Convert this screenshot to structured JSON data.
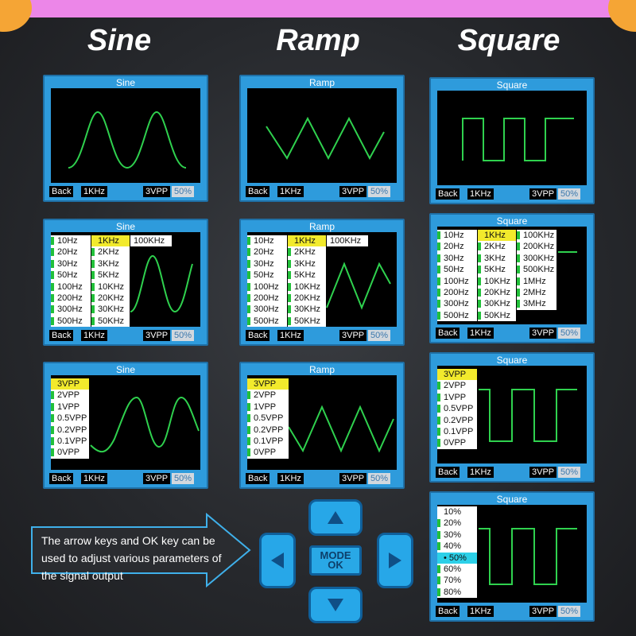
{
  "headings": [
    "Sine",
    "Ramp",
    "Square"
  ],
  "status": {
    "back": "Back",
    "freq": "1KHz",
    "amp": "3VPP",
    "duty": "50%"
  },
  "panel_titles": {
    "sine": "Sine",
    "ramp": "Ramp",
    "square": "Square"
  },
  "freq_menu": {
    "col1": [
      "10Hz",
      "20Hz",
      "30Hz",
      "50Hz",
      "100Hz",
      "200Hz",
      "300Hz",
      "500Hz"
    ],
    "col2": [
      "1KHz",
      "2KHz",
      "3KHz",
      "5KHz",
      "10KHz",
      "20KHz",
      "30KHz",
      "50KHz"
    ],
    "col3_sine_ramp": [
      "100KHz"
    ],
    "col3_square": [
      "100KHz",
      "200KHz",
      "300KHz",
      "500KHz",
      "1MHz",
      "2MHz",
      "3MHz"
    ]
  },
  "amp_menu": [
    "3VPP",
    "2VPP",
    "1VPP",
    "0.5VPP",
    "0.2VPP",
    "0.1VPP",
    "0VPP"
  ],
  "duty_menu": [
    "10%",
    "20%",
    "30%",
    "40%",
    "• 50%",
    "60%",
    "70%",
    "80%"
  ],
  "instruction": "The arrow keys and OK key can be used to adjust various parameters of the signal output",
  "keys": {
    "mode": "MODE",
    "ok": "OK"
  },
  "colors": {
    "panel": "#2e9bdc",
    "waveform": "#2fd14e",
    "highlight": "#f2ea2c",
    "duty_highlight": "#2cd0e8",
    "marker": "#22c03a"
  }
}
